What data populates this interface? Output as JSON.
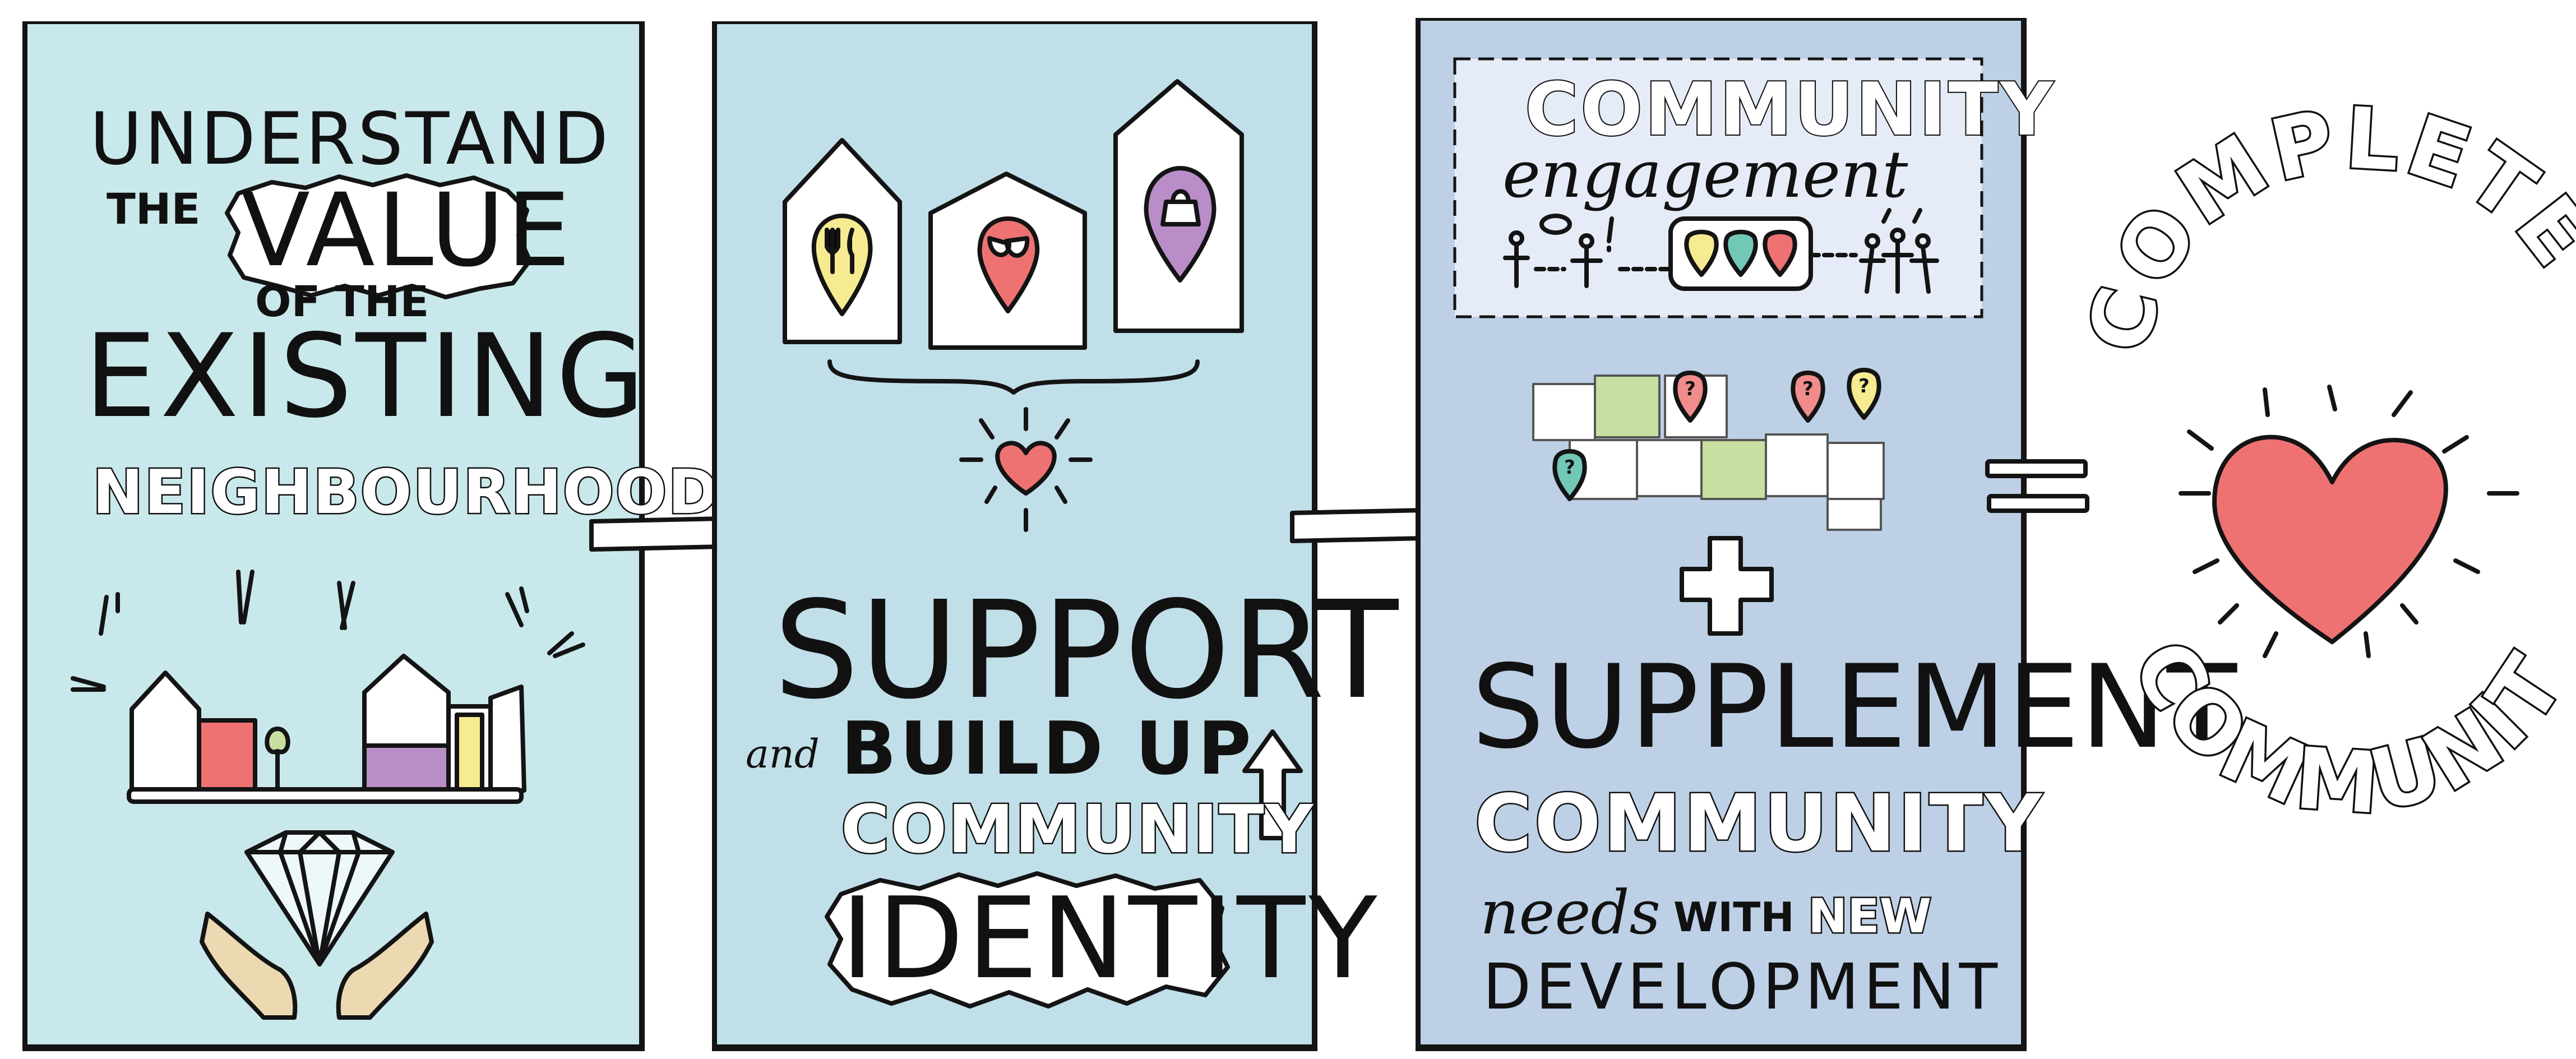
{
  "colors": {
    "panel1": "#c9e8ec",
    "panel2": "#c1dfe9",
    "panel3": "#bdd0e6",
    "heart": "#ef7272",
    "yellow": "#f6eb91",
    "purple": "#b98dc7",
    "green": "#c7dfa0",
    "pink": "#f08c8c",
    "teal": "#72c8b6"
  },
  "panel1": {
    "line1": "UNDERSTAND",
    "line2a": "THE",
    "line2b": "VALUE",
    "line3": "OF THE",
    "line4": "EXISTING",
    "line5": "NEIGHBOURHOOD",
    "icons": [
      "houses-icon",
      "diamond-icon",
      "hands-icon"
    ]
  },
  "panel2": {
    "line1": "SUPPORT",
    "line2a": "and",
    "line2b": "BUILD UP",
    "line3": "COMMUNITY",
    "line4": "IDENTITY",
    "icons": [
      "fork-knife-icon",
      "theatre-masks-icon",
      "shopping-bag-icon",
      "heart-icon",
      "up-arrow-icon"
    ]
  },
  "panel3": {
    "box_line1": "COMMUNITY",
    "box_line2": "engagement",
    "line1": "SUPPLEMENT",
    "line2": "COMMUNITY",
    "line3a": "needs",
    "line3b": "WITH",
    "line3c": "NEW",
    "line4": "DEVELOPMENT",
    "puzzle_marker_glyph": "?",
    "icons": [
      "speech-people-icon",
      "map-pins-icon",
      "group-people-icon",
      "puzzle-icon",
      "plus-icon"
    ]
  },
  "result": {
    "top": "COMPLETE",
    "bottom": "COMMUNITY",
    "icons": [
      "equals-icon",
      "heart-icon"
    ]
  }
}
